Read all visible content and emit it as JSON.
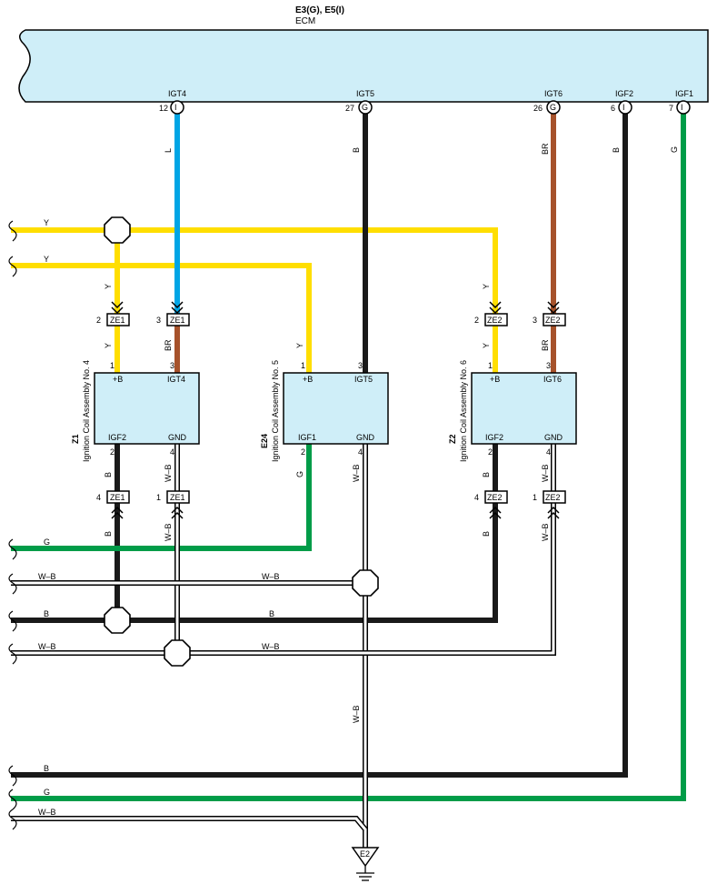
{
  "ecm": {
    "connector": "E3(G), E5(I)",
    "name": "ECM"
  },
  "ecm_pins": [
    {
      "label": "IGT4",
      "num": "12",
      "code": "I"
    },
    {
      "label": "IGT5",
      "num": "27",
      "code": "G"
    },
    {
      "label": "IGT6",
      "num": "26",
      "code": "G"
    },
    {
      "label": "IGF2",
      "num": "6",
      "code": "I"
    },
    {
      "label": "IGF1",
      "num": "7",
      "code": "I"
    }
  ],
  "coils": [
    {
      "id": "Z1",
      "name": "Ignition Coil Assembly No. 4",
      "p1": "+B",
      "p2": "IGT4",
      "p3": "IGF2",
      "p4": "GND",
      "n1": "1",
      "n2": "3",
      "n3": "2",
      "n4": "4"
    },
    {
      "id": "E24",
      "name": "Ignition Coil Assembly No. 5",
      "p1": "+B",
      "p2": "IGT5",
      "p3": "IGF1",
      "p4": "GND",
      "n1": "1",
      "n2": "3",
      "n3": "2",
      "n4": "4"
    },
    {
      "id": "Z2",
      "name": "Ignition Coil Assembly No. 6",
      "p1": "+B",
      "p2": "IGT6",
      "p3": "IGF2",
      "p4": "GND",
      "n1": "1",
      "n2": "3",
      "n3": "2",
      "n4": "4"
    }
  ],
  "connectors": {
    "ze1_a": {
      "label": "ZE1",
      "num": "2"
    },
    "ze1_b": {
      "label": "ZE1",
      "num": "3"
    },
    "ze1_c": {
      "label": "ZE1",
      "num": "4"
    },
    "ze1_d": {
      "label": "ZE1",
      "num": "1"
    },
    "ze2_a": {
      "label": "ZE2",
      "num": "2"
    },
    "ze2_b": {
      "label": "ZE2",
      "num": "3"
    },
    "ze2_c": {
      "label": "ZE2",
      "num": "4"
    },
    "ze2_d": {
      "label": "ZE2",
      "num": "1"
    }
  },
  "wire_labels": {
    "L": "L",
    "B": "B",
    "BR": "BR",
    "G": "G",
    "Y": "Y",
    "WB": "W–B"
  },
  "ground": {
    "label": "E2"
  },
  "colors": {
    "ecm_fill": "#cfeef8",
    "coil_fill": "#cfeef8",
    "yellow": "#ffde00",
    "blue": "#00a5e5",
    "black": "#1a1a1a",
    "brown": "#a6522b",
    "green": "#009c48"
  }
}
